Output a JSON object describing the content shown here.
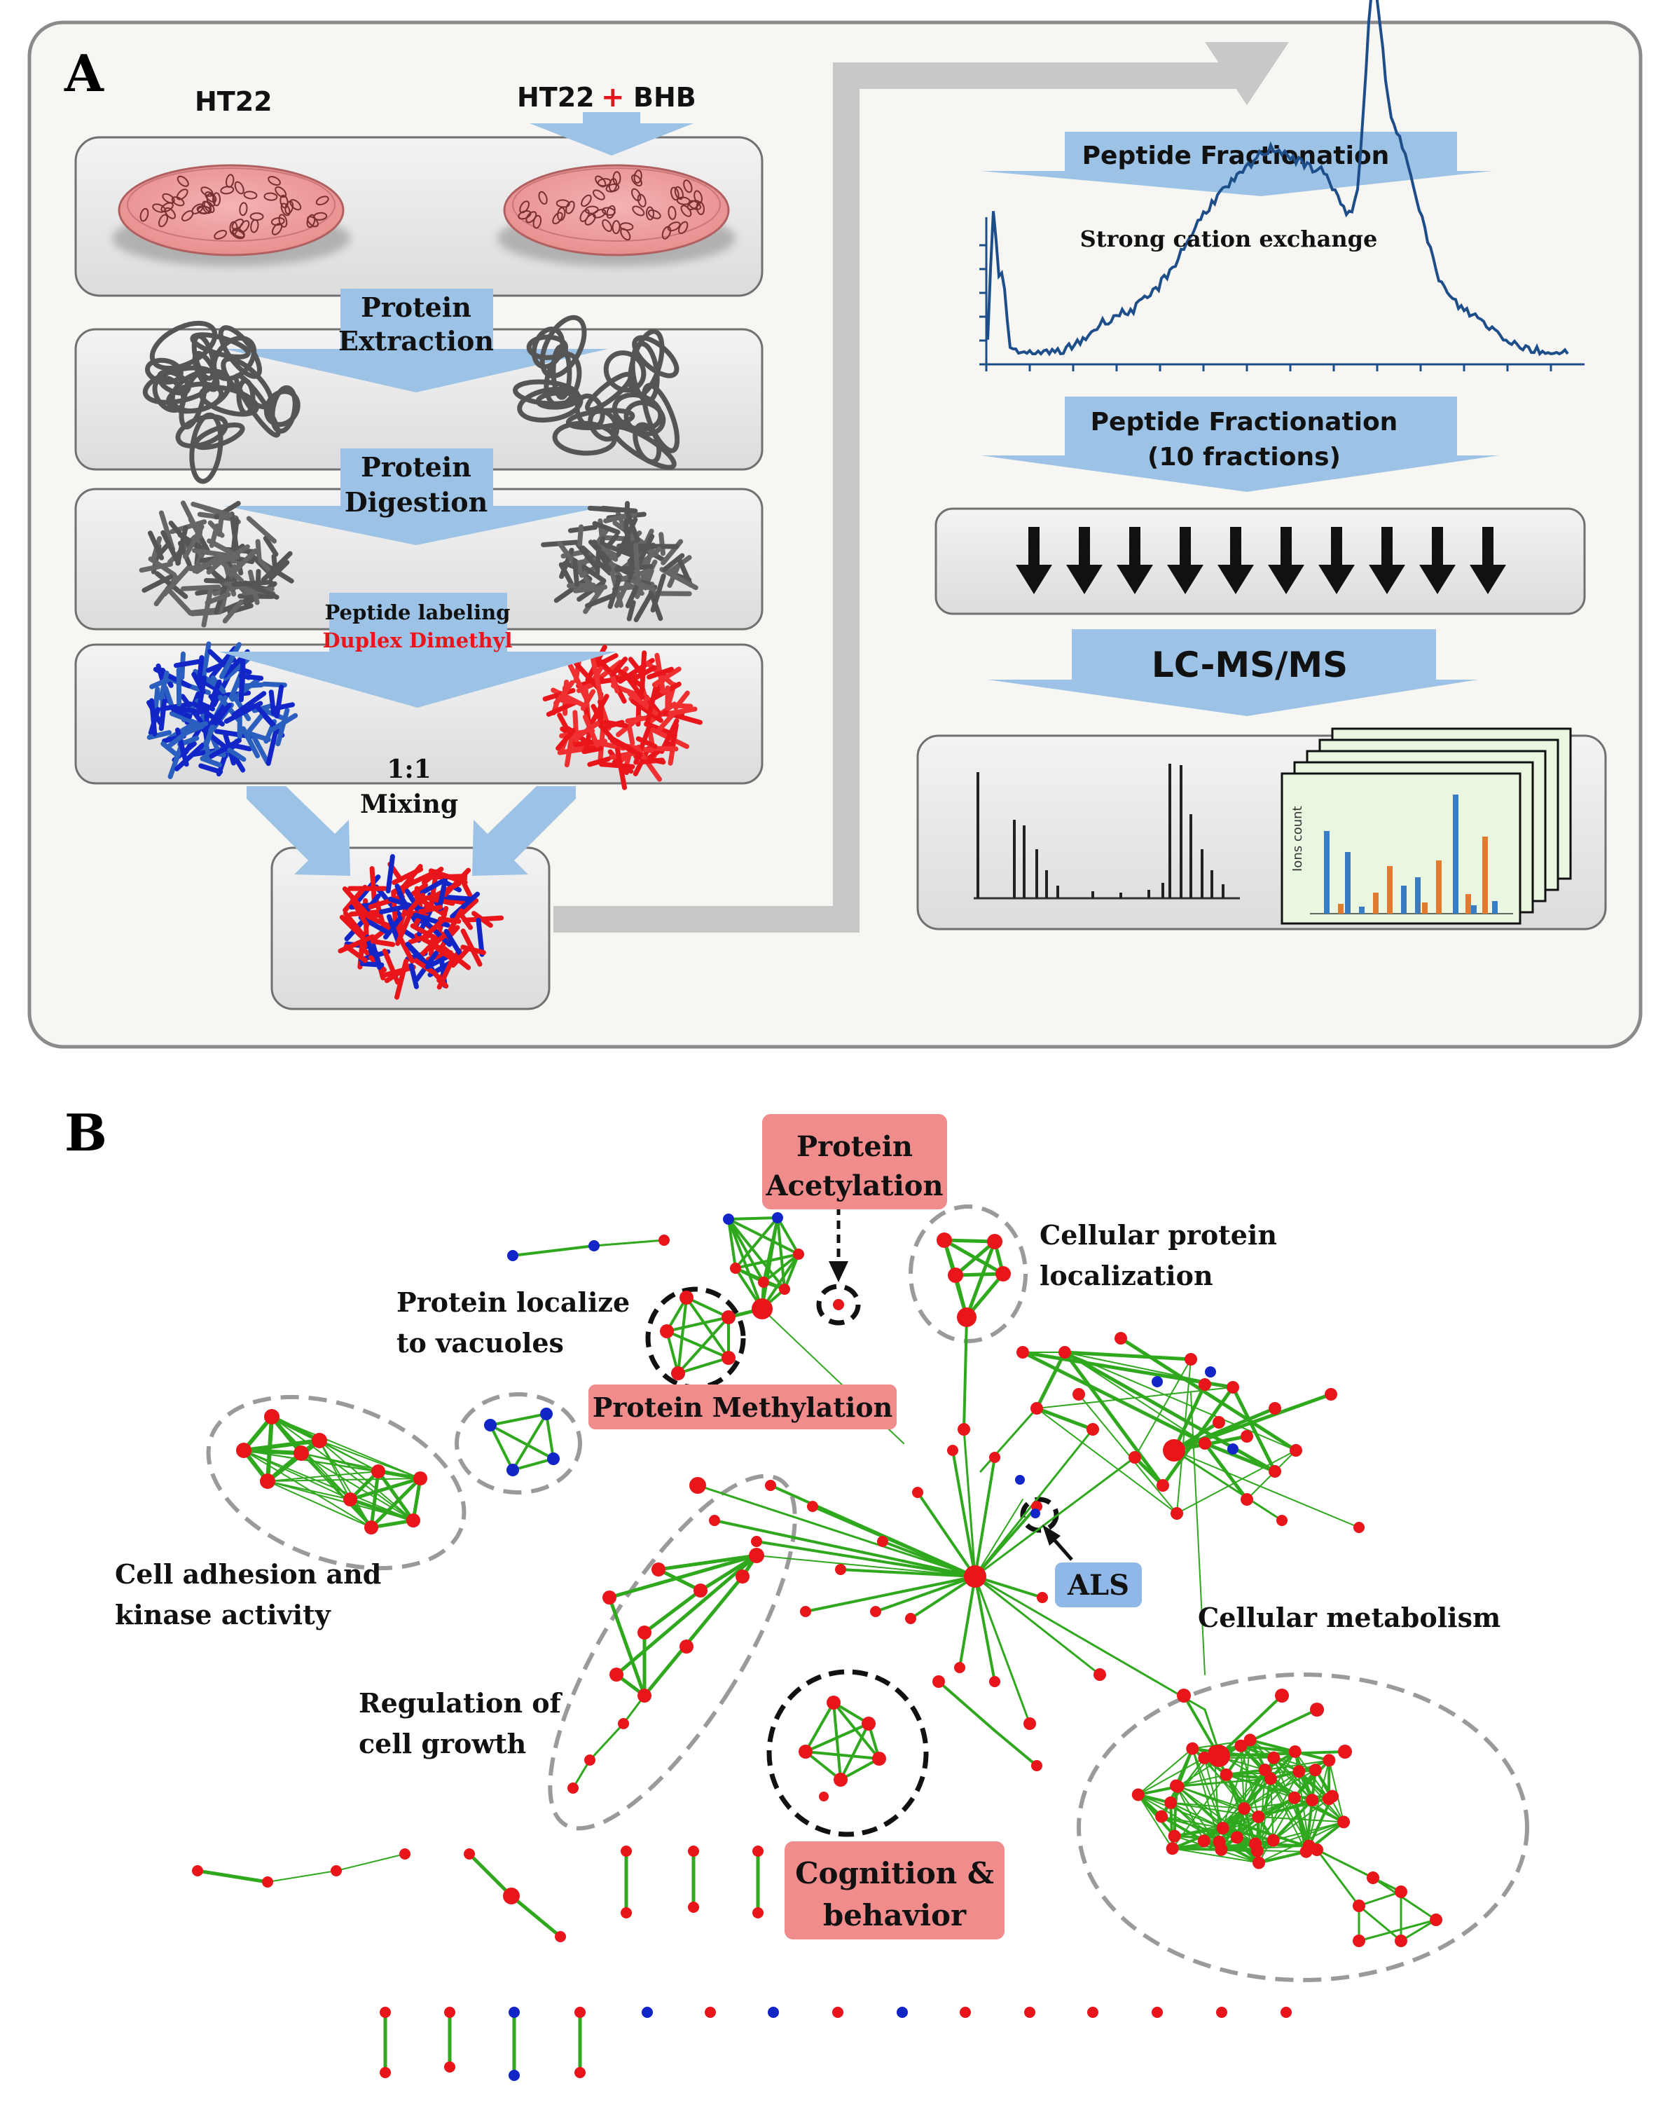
{
  "panel_a": {
    "letter": "A",
    "control_label": "HT22",
    "treated_label_left": "HT22",
    "treated_plus": "+",
    "treated_label_right": "BHB",
    "protein_extraction": [
      "Protein",
      "Extraction"
    ],
    "protein_digestion": [
      "Protein",
      "Digestion"
    ],
    "peptide_labeling": "Peptide labeling",
    "duplex_dimethyl": "Duplex Dimethyl",
    "mixing_ratio": "1:1",
    "mixing": "Mixing",
    "peptide_fractionation_1": "Peptide Fractionation",
    "scx_label": "Strong cation exchange",
    "peptide_fractionation_2": [
      "Peptide Fractionation",
      "(10 fractions)"
    ],
    "fraction_count": 10,
    "lcms": "LC-MS/MS",
    "ions_count_label": "Ions count"
  },
  "panel_b": {
    "letter": "B",
    "labels": {
      "protein_acetylation": [
        "Protein",
        "Acetylation"
      ],
      "cellular_protein_localization": [
        "Cellular protein",
        "localization"
      ],
      "protein_localize_vacuoles": [
        "Protein localize",
        "to vacuoles"
      ],
      "protein_methylation": "Protein Methylation",
      "cell_adhesion": [
        "Cell adhesion and",
        "kinase activity"
      ],
      "als": "ALS",
      "cellular_metabolism": "Cellular metabolism",
      "regulation_cell_growth": [
        "Regulation of",
        "cell growth"
      ],
      "cognition_behavior": [
        "Cognition &",
        "behavior"
      ]
    }
  },
  "colors": {
    "up_node": "#e8161b",
    "down_node": "#1226c8",
    "edge": "#2fa81e",
    "arrow_blue": "#9cc3e6",
    "highlight_red": "#f08c8c",
    "highlight_blue": "#8fb8e8",
    "flow_gray": "#c8c8c8"
  }
}
